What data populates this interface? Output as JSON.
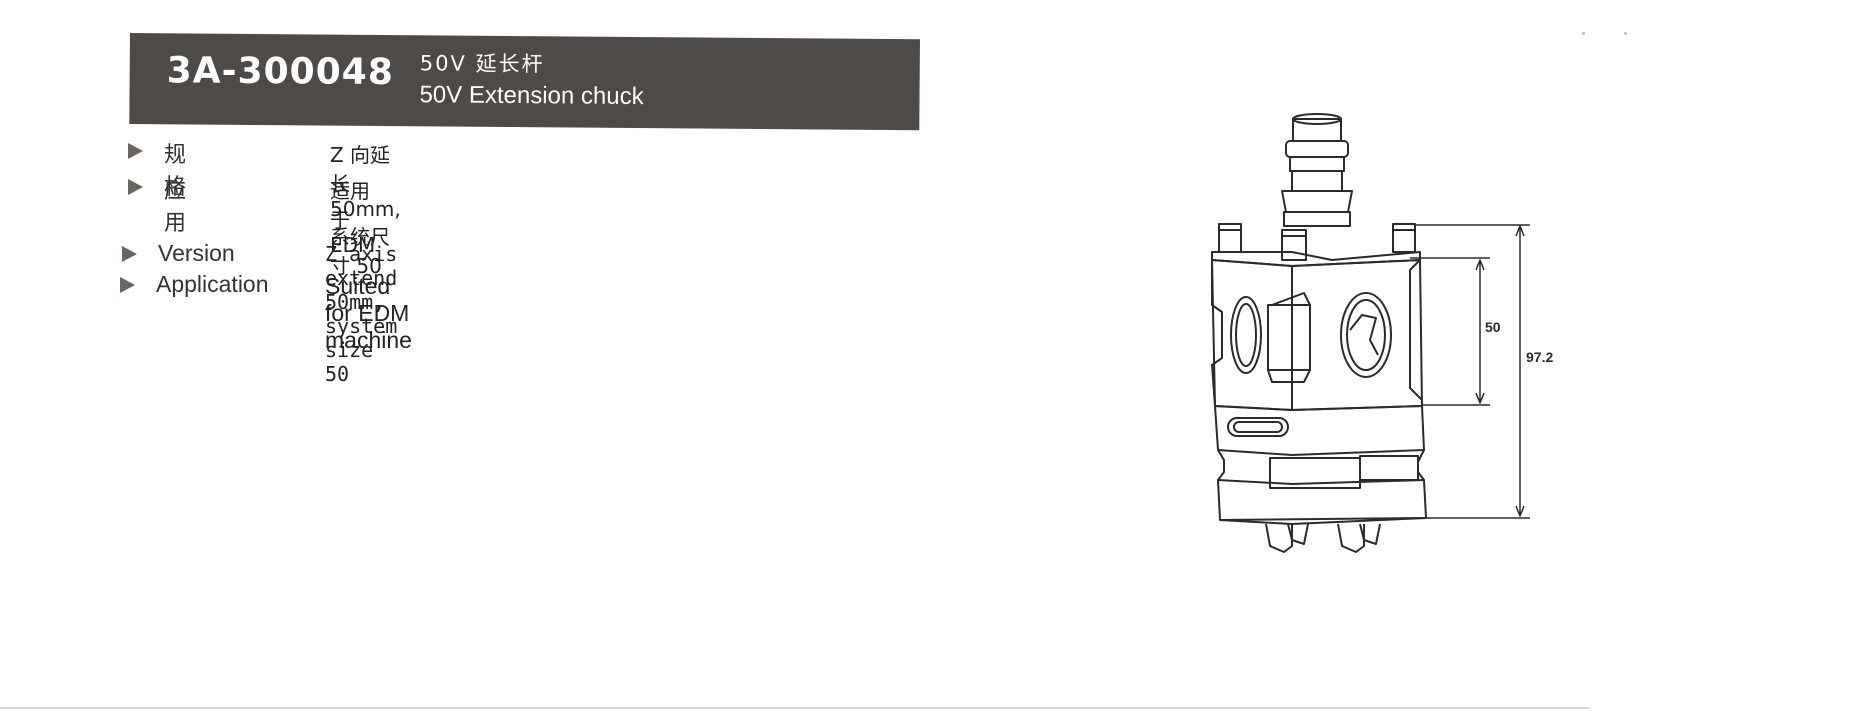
{
  "header": {
    "part_number": "3A-300048",
    "title_cn": "50V 延长杆",
    "title_en": "50V Extension chuck"
  },
  "specs_cn": [
    {
      "label": "规格",
      "value": "Z 向延长 50mm, 系统尺寸 50"
    },
    {
      "label": "应用",
      "value": "适用于 EDM"
    }
  ],
  "specs_en": [
    {
      "label": "Version",
      "value": "Z axis extend 50mm, system size 50"
    },
    {
      "label": "Application",
      "value": "Suited for EDM machine"
    }
  ],
  "drawing": {
    "dim_inner": "50",
    "dim_overall": "97.2"
  },
  "colors": {
    "header_bg": "#4e4a47",
    "arrow": "#6b6560"
  }
}
